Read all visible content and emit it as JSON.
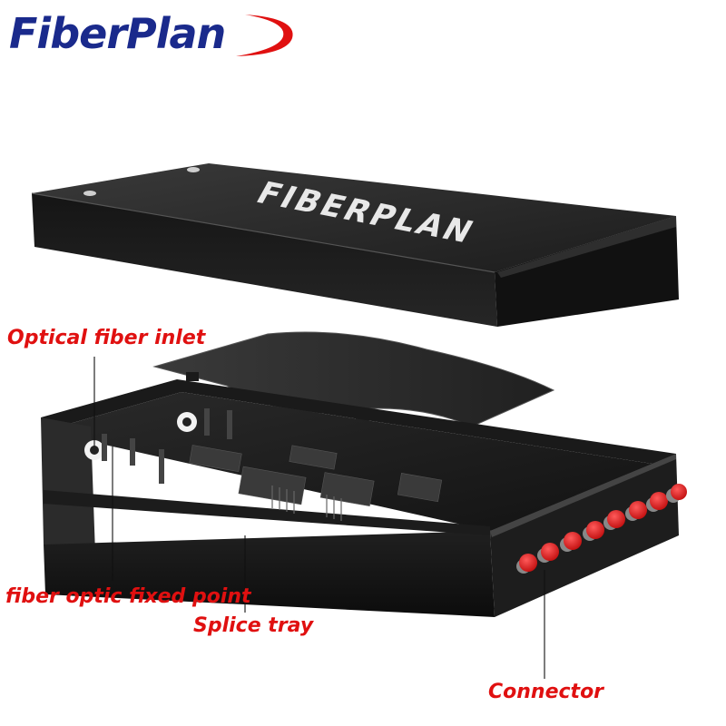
{
  "brand": {
    "name": "FiberPlan",
    "text_color": "#1a2a8c",
    "accent_color": "#e01010"
  },
  "product": {
    "lid_print": "FIBERPLAN",
    "connector_color": "#e41b1b",
    "connectors_visible": 8
  },
  "callouts": {
    "optical_fiber_inlet": "Optical fiber inlet",
    "fiber_optic_fixed_point": "fiber optic fixed point",
    "splice_tray": "Splice tray",
    "connector": "Connector",
    "color": "#e01010"
  }
}
